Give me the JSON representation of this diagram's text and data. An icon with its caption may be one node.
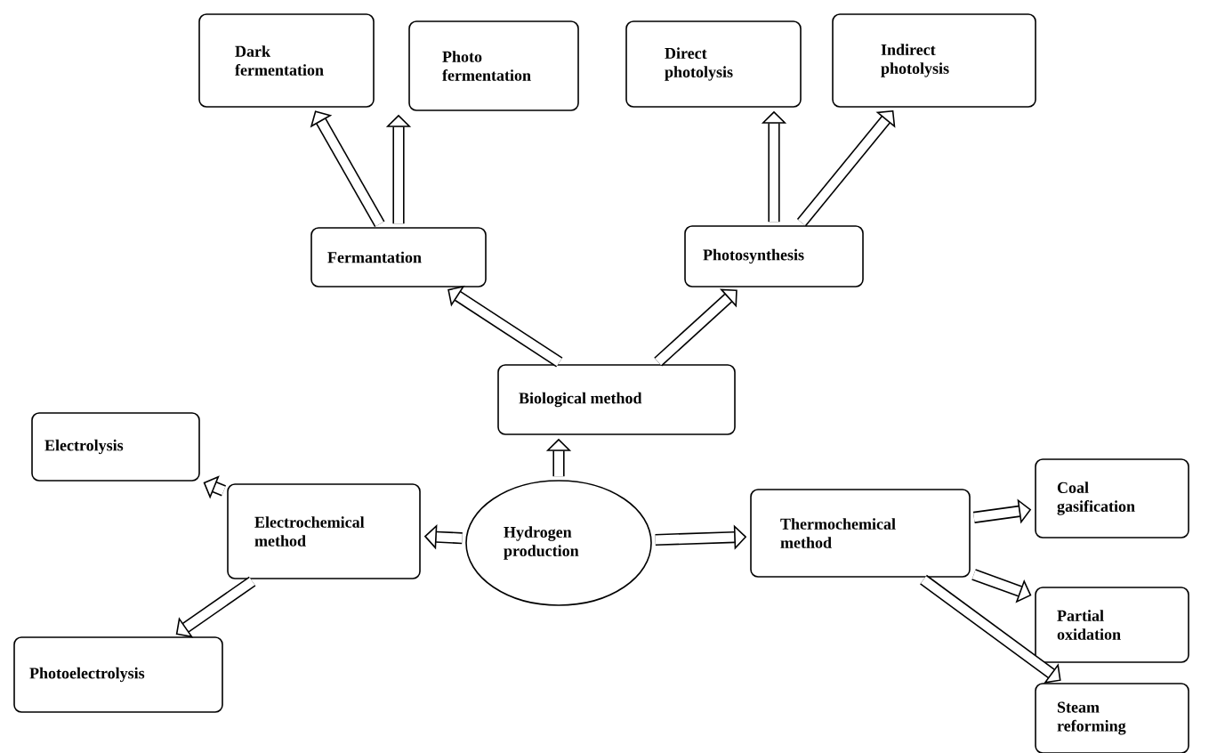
{
  "diagram": {
    "nodes": [
      {
        "text": [
          "Hydrogen production"
        ]
      },
      {
        "text": [
          "Biological method"
        ]
      },
      {
        "text": [
          "Fermantation"
        ]
      },
      {
        "text": [
          "Photosynthesis"
        ]
      },
      {
        "text": [
          "Dark fermentation"
        ]
      },
      {
        "text": [
          "Photo fermentation"
        ]
      },
      {
        "text": [
          "Direct photolysis"
        ]
      },
      {
        "text": [
          "Indirect photolysis"
        ]
      },
      {
        "text": [
          "Electrochemical method"
        ]
      },
      {
        "text": [
          "Electrolysis"
        ]
      },
      {
        "text": [
          "Photoelectrolysis"
        ]
      },
      {
        "text": [
          "Thermochemical method"
        ]
      },
      {
        "text": [
          "Coal gasification"
        ]
      },
      {
        "text": [
          "Partial oxidation"
        ]
      },
      {
        "text": [
          "Steam reforming"
        ]
      }
    ],
    "edges": [
      {
        "from": 0,
        "to": 1,
        "arrow": "to"
      },
      {
        "from": 1,
        "to": 2,
        "arrow": "to"
      },
      {
        "from": 1,
        "to": 3,
        "arrow": "to"
      },
      {
        "from": 2,
        "to": 4,
        "arrow": "to"
      },
      {
        "from": 2,
        "to": 5,
        "arrow": "to"
      },
      {
        "from": 3,
        "to": 6,
        "arrow": "to"
      },
      {
        "from": 3,
        "to": 7,
        "arrow": "to"
      },
      {
        "from": 0,
        "to": 8,
        "arrow": "to"
      },
      {
        "from": 8,
        "to": 9,
        "arrow": "to"
      },
      {
        "from": 8,
        "to": 10,
        "arrow": "to"
      },
      {
        "from": 0,
        "to": 11,
        "arrow": "to"
      },
      {
        "from": 11,
        "to": 12,
        "arrow": "to"
      },
      {
        "from": 11,
        "to": 13,
        "arrow": "to"
      },
      {
        "from": 11,
        "to": 14,
        "arrow": "to"
      }
    ]
  }
}
